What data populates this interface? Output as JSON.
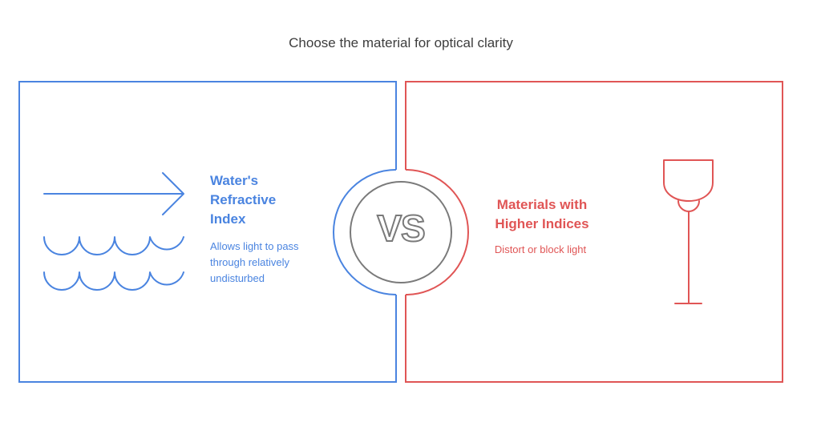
{
  "title": "Choose the material for optical clarity",
  "vs_label": "VS",
  "left": {
    "heading": "Water's\nRefractive\nIndex",
    "description": "Allows light to pass\nthrough relatively\nundisturbed",
    "color": "#4a84e0",
    "icon": "light-ray-over-water-icon"
  },
  "right": {
    "heading": "Materials with\nHigher Indices",
    "description": "Distort or block light",
    "color": "#e05555",
    "icon": "wine-glass-icon"
  }
}
